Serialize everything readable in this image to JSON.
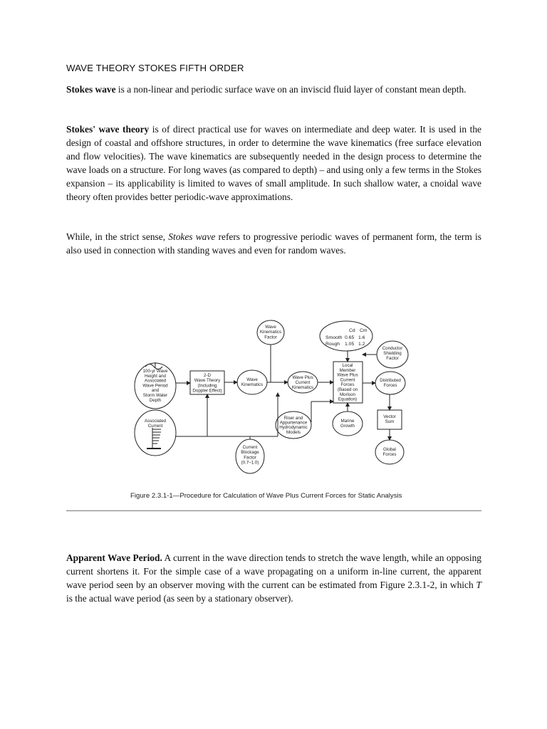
{
  "title": "WAVE THEORY STOKES FIFTH ORDER",
  "p1": {
    "term": "Stokes wave",
    "rest": " is a non-linear and periodic surface wave on an inviscid fluid layer of constant mean depth."
  },
  "p2": {
    "term": "Stokes' wave theory",
    "rest": " is of direct practical use for waves on intermediate and deep water. It is used in the design of coastal and offshore structures, in order to determine the wave kinematics (free surface elevation and flow velocities). The wave kinematics are subsequently needed in the design process to determine the wave loads on a structure. For long waves (as compared to depth) – and using only a few terms in the Stokes expansion – its applicability is limited to waves of small amplitude. In such shallow water, a cnoidal wave theory often provides better periodic-wave approximations."
  },
  "p3": {
    "lead": "While, in the strict sense, ",
    "term": "Stokes wave",
    "rest": " refers to progressive periodic waves of permanent form, the term is also used in connection with standing waves and even for random waves."
  },
  "figure": {
    "caption": "Figure  2.3.1-1—Procedure for Calculation of Wave Plus Current Forces for Static Analysis",
    "nodes": {
      "wave_height": [
        "100-yr Wave",
        "Height and",
        "Associated",
        "Wave Period",
        "and",
        "Storm Water",
        "Depth"
      ],
      "current": [
        "Associated",
        "Current"
      ],
      "theory": [
        "2-D",
        "Wave Theory",
        "(Including",
        "Doppler Effect)"
      ],
      "kinematics": [
        "Wave",
        "Kinematics"
      ],
      "kin_factor": [
        "Wave",
        "Kinematics",
        "Factor"
      ],
      "blockage": [
        "Current",
        "Blockage",
        "Factor",
        "(0.7–1.0)"
      ],
      "wave_plus": [
        "Wave Plus",
        "Current",
        "Kinematics"
      ],
      "riser": [
        "Riser and",
        "Appurtenance",
        "Hydrodynamic",
        "Models"
      ],
      "local": [
        "Local",
        "Member",
        "Wave Plus",
        "Current",
        "Forces",
        "(Based on",
        "Morison",
        "Equation)"
      ],
      "marine": [
        "Marine",
        "Growth"
      ],
      "shielding": [
        "Conductor",
        "Shielding",
        "Factor"
      ],
      "distributed": [
        "Distributed",
        "Forces"
      ],
      "vector": [
        "Vector",
        "Sum"
      ],
      "global": [
        "Global",
        "Forces"
      ]
    },
    "coef_table": {
      "headers": [
        "Cd",
        "Cm"
      ],
      "rows": [
        [
          "Smooth",
          "0.65",
          "1.6"
        ],
        [
          "Rough",
          "1.05",
          "1.2"
        ]
      ]
    }
  },
  "p4": {
    "term": "Apparent Wave Period.",
    "part1": " A current in the wave direction tends to stretch the wave length, while an opposing current shortens it. For the simple case of a wave propagating on a uniform in-line current, the apparent wave period seen by an observer moving with the current can be estimated from Figure 2.3.1-2, in which ",
    "symbol": "T",
    "part2": " is the actual wave period (as seen by a stationary observer)."
  }
}
